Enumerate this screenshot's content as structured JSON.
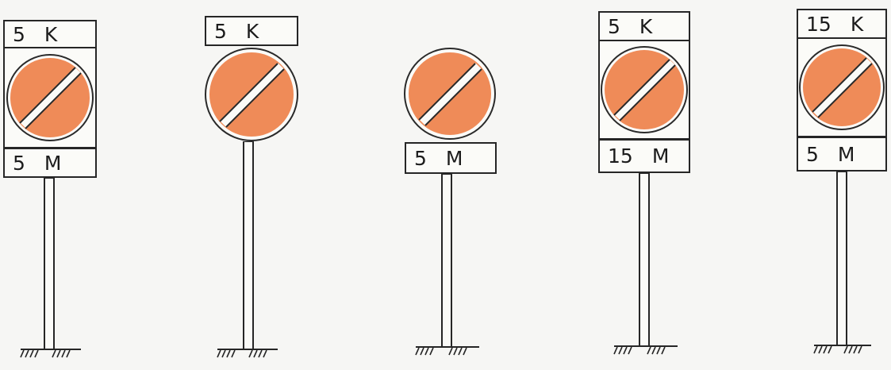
{
  "colors": {
    "disc_fill": "#ef8b58",
    "disc_ring": "#2a2a2a",
    "plate_bg": "#fbfbf8",
    "line": "#262626",
    "background": "#f6f6f4"
  },
  "signs": [
    {
      "top_plate": {
        "number": "5",
        "letter": "K"
      },
      "bottom_plate": {
        "number": "5",
        "letter": "M"
      }
    },
    {
      "top_plate": {
        "number": "5",
        "letter": "K"
      },
      "bottom_plate": null
    },
    {
      "top_plate": null,
      "bottom_plate": {
        "number": "5",
        "letter": "M"
      }
    },
    {
      "top_plate": {
        "number": "5",
        "letter": "K"
      },
      "bottom_plate": {
        "number": "15",
        "letter": "M"
      }
    },
    {
      "top_plate": {
        "number": "15",
        "letter": "K"
      },
      "bottom_plate": {
        "number": "5",
        "letter": "M"
      }
    }
  ]
}
